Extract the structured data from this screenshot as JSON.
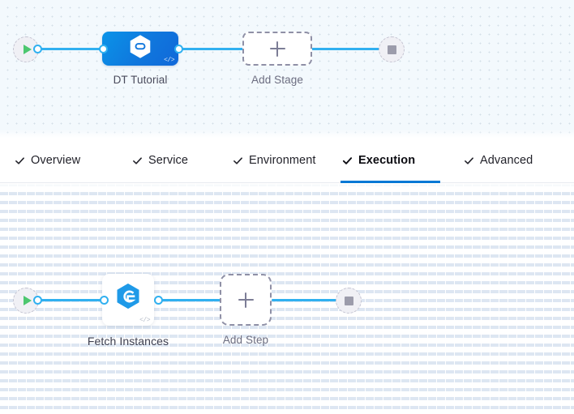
{
  "stage_canvas": {
    "name": "pipeline-stage-canvas",
    "background_color": "#f3f9fd",
    "grid": "dots",
    "start_node": {
      "icon": "play-icon",
      "title": "Start"
    },
    "end_node": {
      "icon": "stop-icon",
      "title": "End"
    },
    "stage_node": {
      "label": "DT Tutorial",
      "icon": "harness-hexagon-icon",
      "code_badge": "</>",
      "color": "#0f7cdc"
    },
    "add_stage": {
      "label": "Add Stage",
      "icon": "plus-icon"
    }
  },
  "tabs": {
    "name": "stage-config-tabs",
    "active_index": 3,
    "active_underline_color": "#0278d5",
    "items": [
      {
        "label": "Overview",
        "icon": "check-icon",
        "complete": true
      },
      {
        "label": "Service",
        "icon": "check-icon",
        "complete": true
      },
      {
        "label": "Environment",
        "icon": "check-icon",
        "complete": true
      },
      {
        "label": "Execution",
        "icon": "check-icon",
        "complete": true
      },
      {
        "label": "Advanced",
        "icon": "check-icon",
        "complete": true
      }
    ]
  },
  "step_canvas": {
    "name": "execution-step-canvas",
    "background_color": "#ffffff",
    "grid": "dashed-vertical-lines",
    "start_node": {
      "icon": "play-icon",
      "title": "Start"
    },
    "end_node": {
      "icon": "stop-icon",
      "title": "End"
    },
    "step_node": {
      "label": "Fetch Instances",
      "icon": "deployment-template-hexagon-icon",
      "code_badge": "</>"
    },
    "add_step": {
      "label": "Add Step",
      "icon": "plus-icon"
    }
  },
  "colors": {
    "link": "#30b0f0",
    "accent": "#0278d5",
    "stage_blue": "#0f7cdc",
    "dashed_border": "#8f90a6",
    "start_green": "#4dc76f",
    "end_gray": "#9c9cab"
  }
}
